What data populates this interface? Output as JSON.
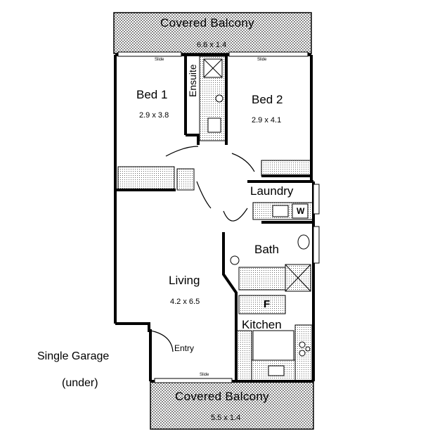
{
  "plan": {
    "balcony_top": "Covered Balcony",
    "balcony_top_dim": "6.6 x 1.4",
    "balcony_bottom": "Covered Balcony",
    "balcony_bottom_dim": "5.5 x 1.4",
    "bed1": "Bed 1",
    "bed1_dim": "2.9 x 3.8",
    "bed2": "Bed 2",
    "bed2_dim": "2.9 x 4.1",
    "ensuite": "Ensuite",
    "laundry": "Laundry",
    "washer": "W",
    "bath": "Bath",
    "living": "Living",
    "living_dim": "4.2 x 6.5",
    "fridge": "F",
    "kitchen": "Kitchen",
    "entry": "Entry",
    "garage_line1": "Single Garage",
    "garage_line2": "(under)",
    "slide_label": "Slide"
  },
  "colors": {
    "wall": "#000000",
    "hatch": "#8a8a8a",
    "background": "#ffffff"
  }
}
